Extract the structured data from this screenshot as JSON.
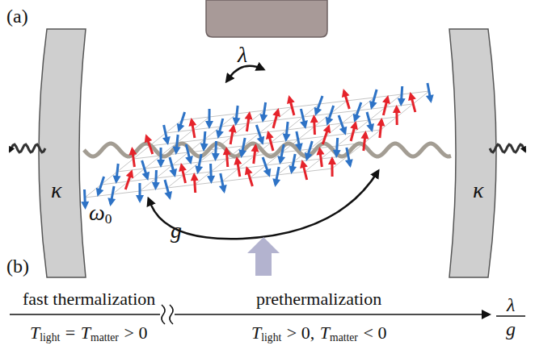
{
  "diagram": {
    "labels": [
      "(a)",
      "λ",
      "κ",
      "ω",
      "0",
      "g",
      "κ",
      "(b)",
      "fast thermalization",
      "T",
      "light",
      "=",
      "T",
      "matter",
      "> 0",
      "prethermalization",
      "T",
      "light",
      "> 0,",
      "T",
      "matter",
      "< 0",
      "λ",
      "g"
    ]
  }
}
